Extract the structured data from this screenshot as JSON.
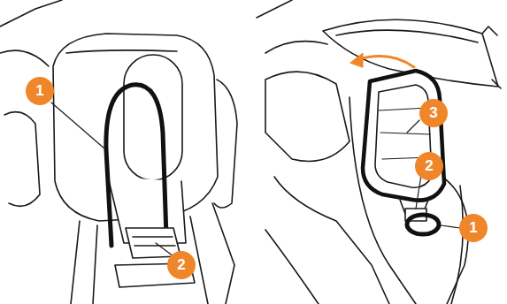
{
  "diagram": {
    "labels": [
      "1",
      "2",
      "3",
      "2",
      "1"
    ]
  }
}
